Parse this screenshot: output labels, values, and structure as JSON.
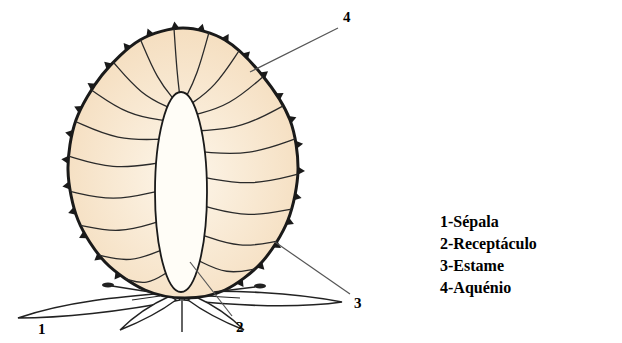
{
  "diagram": {
    "labels": [
      "4",
      "1",
      "2",
      "3",
      "1-Sépala",
      "2-Receptáculo",
      "3-Estame",
      "4-Aquénio"
    ]
  }
}
